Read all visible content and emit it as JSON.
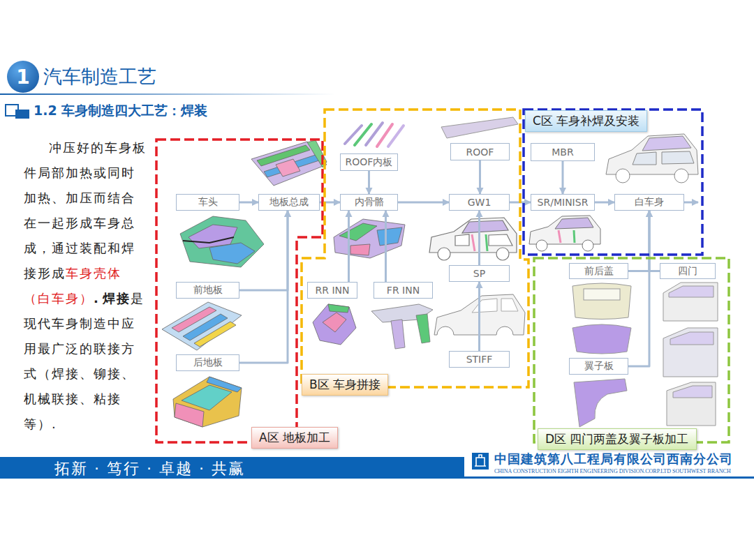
{
  "diagram": {
    "title": "汽车制造工艺",
    "nodes": [
      {
        "text": [
          "A区 地板加工"
        ]
      },
      {
        "text": [
          "车头"
        ],
        "in": 0
      },
      {
        "text": [
          "地板总成"
        ],
        "in": 0
      },
      {
        "text": [
          "前地板"
        ],
        "in": 0
      },
      {
        "text": [
          "后地板"
        ],
        "in": 0
      },
      {
        "text": [
          "B区 车身拼接"
        ]
      },
      {
        "text": [
          "ROOF内板"
        ],
        "in": 5
      },
      {
        "text": [
          "ROOF"
        ],
        "in": 5
      },
      {
        "text": [
          "内骨骼"
        ],
        "in": 5
      },
      {
        "text": [
          "GW1"
        ],
        "in": 5
      },
      {
        "text": [
          "RR INN"
        ],
        "in": 5
      },
      {
        "text": [
          "FR INN"
        ],
        "in": 5
      },
      {
        "text": [
          "SP"
        ],
        "in": 5
      },
      {
        "text": [
          "STIFF"
        ],
        "in": 5
      },
      {
        "text": [
          "C区 车身补焊及安装"
        ]
      },
      {
        "text": [
          "MBR"
        ],
        "in": 14
      },
      {
        "text": [
          "SR/MINISR"
        ],
        "in": 14
      },
      {
        "text": [
          "白车身"
        ],
        "in": 14
      },
      {
        "text": [
          "D区 四门两盖及翼子板加工"
        ]
      },
      {
        "text": [
          "前后盖"
        ],
        "in": 18
      },
      {
        "text": [
          "四门"
        ],
        "in": 18
      },
      {
        "text": [
          "翼子板"
        ],
        "in": 18
      }
    ],
    "edges": [
      {
        "from": 1,
        "to": 2,
        "arrow": "to"
      },
      {
        "from": 3,
        "to": 2,
        "arrow": "to"
      },
      {
        "from": 4,
        "to": 2,
        "arrow": "to"
      },
      {
        "from": 2,
        "to": 8,
        "arrow": "to"
      },
      {
        "from": 6,
        "to": 8,
        "arrow": "to"
      },
      {
        "from": 10,
        "to": 8,
        "arrow": "to"
      },
      {
        "from": 11,
        "to": 8,
        "arrow": "to"
      },
      {
        "from": 8,
        "to": 9,
        "arrow": "to"
      },
      {
        "from": 7,
        "to": 9,
        "arrow": "to"
      },
      {
        "from": 12,
        "to": 9,
        "arrow": "to"
      },
      {
        "from": 13,
        "to": 12,
        "arrow": "to"
      },
      {
        "from": 9,
        "to": 16,
        "arrow": "to"
      },
      {
        "from": 15,
        "to": 16,
        "arrow": "to"
      },
      {
        "from": 16,
        "to": 17,
        "arrow": "to"
      },
      {
        "from": 19,
        "to": 17,
        "arrow": "to"
      },
      {
        "from": 20,
        "to": 17,
        "arrow": "to"
      },
      {
        "from": 21,
        "to": 17,
        "arrow": "to"
      }
    ],
    "labels": [
      "1",
      "1.2 车身制造四大工艺：焊装",
      "冲压好的车身板件局部加热或同时加热、加压而结合在一起形成车身总成，通过装配和焊接形成",
      "车身壳体（白车身）",
      ".",
      "焊接",
      "是现代车身制造中应用最广泛的联接方式（焊接、铆接、机械联接、粘接等）.",
      "拓新 · 笃行 · 卓越 · 共赢",
      "中国建筑第八工程局有限公司西南分公司",
      "CHINA CONSTRUCTION EIGHTH ENGINEERING DIVISION.CORP.LTD SOUTHWEST BRANCH"
    ]
  }
}
